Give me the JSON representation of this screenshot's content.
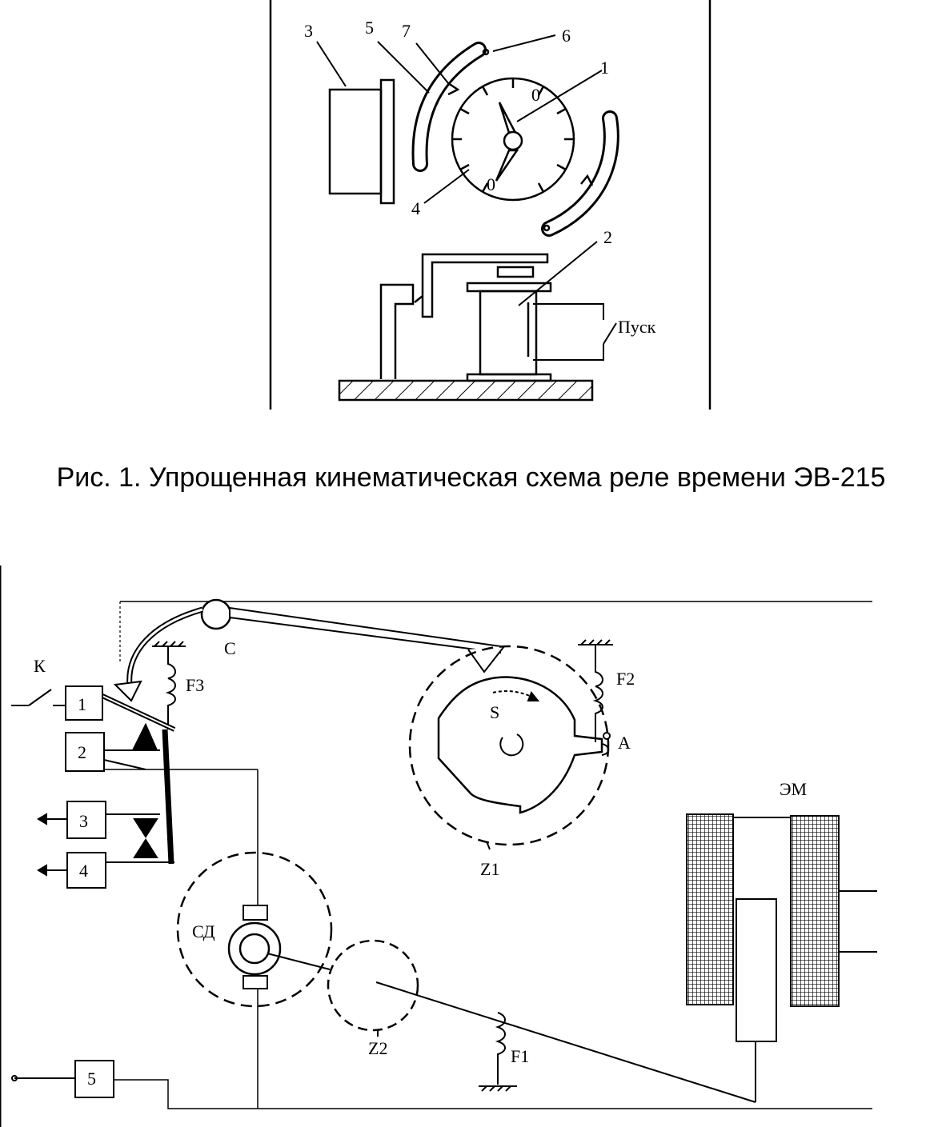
{
  "figure1": {
    "labels": {
      "l1": "1",
      "l2": "2",
      "l3": "3",
      "l4": "4",
      "l5": "5",
      "l6": "6",
      "l7": "7",
      "start": "Пуск"
    },
    "dial_marks": {
      "top": "0",
      "bottom": "0"
    },
    "caption": "Рис. 1. Упрощенная кинематическая схема реле времени ЭВ-215"
  },
  "figure2": {
    "labels": {
      "k": "К",
      "c": "С",
      "f3": "F3",
      "f2": "F2",
      "f1": "F1",
      "s": "S",
      "a": "A",
      "z1": "Z1",
      "z2": "Z2",
      "sd": "СД",
      "em": "ЭМ"
    },
    "blocks": {
      "b1": "1",
      "b2": "2",
      "b3": "3",
      "b4": "4",
      "b5": "5"
    }
  }
}
